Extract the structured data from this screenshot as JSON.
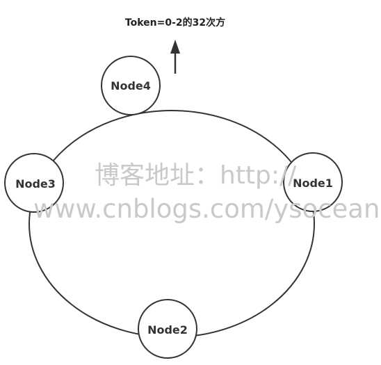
{
  "diagram": {
    "token_label": "Token=0-2的32次方",
    "nodes": [
      {
        "id": "node1",
        "label": "Node1"
      },
      {
        "id": "node2",
        "label": "Node2"
      },
      {
        "id": "node3",
        "label": "Node3"
      },
      {
        "id": "node4",
        "label": "Node4"
      }
    ]
  },
  "watermark": {
    "line1": "博客地址：http://",
    "line2": "www.cnblogs.com/ysocean"
  },
  "colors": {
    "stroke": "#333333",
    "watermark": "#c9c9c9"
  }
}
